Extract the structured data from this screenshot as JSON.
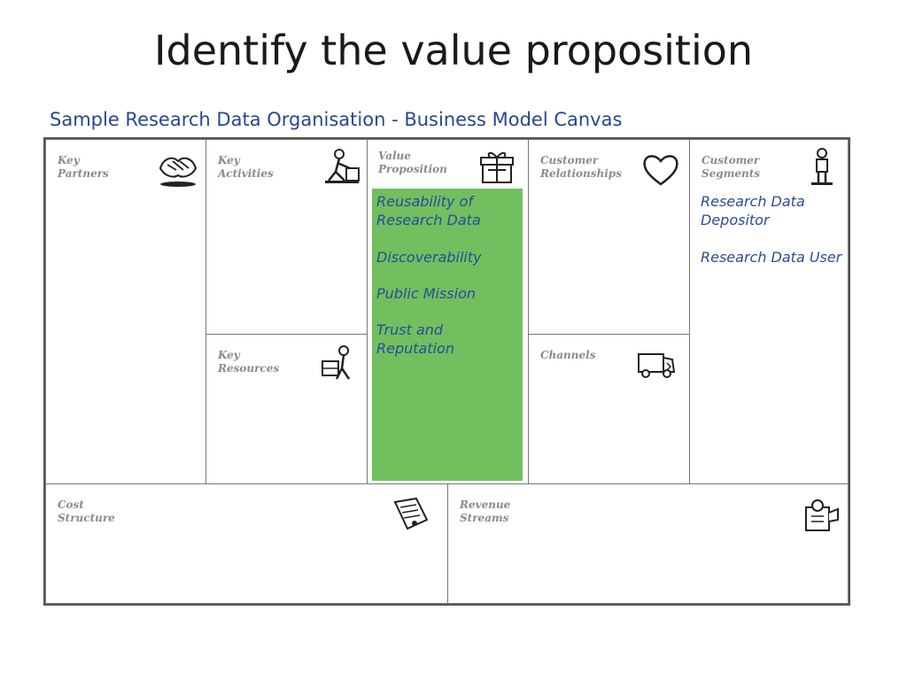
{
  "slide": {
    "title": "Identify the value proposition"
  },
  "canvas": {
    "title": "Sample Research Data Organisation - Business Model Canvas",
    "blocks": {
      "key_partners": {
        "label": "Key\nPartners",
        "icon": "handshake-icon"
      },
      "key_activities": {
        "label": "Key\nActivities",
        "icon": "person-working-icon"
      },
      "key_resources": {
        "label": "Key\nResources",
        "icon": "worker-with-box-icon"
      },
      "value_proposition": {
        "label": "Value\nProposition",
        "icon": "gift-box-icon",
        "highlight_color": "#71bf5f",
        "entries": [
          "Reusability of\nResearch Data",
          "Discoverability",
          "Public Mission",
          "Trust and\nReputation"
        ]
      },
      "customer_relationships": {
        "label": "Customer\nRelationships",
        "icon": "heart-icon"
      },
      "channels": {
        "label": "Channels",
        "icon": "delivery-truck-icon"
      },
      "customer_segments": {
        "label": "Customer\nSegments",
        "icon": "standing-person-icon",
        "entries": [
          "Research Data\nDepositor",
          "Research Data User"
        ]
      },
      "cost_structure": {
        "label": "Cost\nStructure",
        "icon": "price-tag-icon"
      },
      "revenue_streams": {
        "label": "Revenue\nStreams",
        "icon": "money-bag-icon"
      }
    },
    "colors": {
      "title_text": "#27478f",
      "entry_text": "#2b4a9a",
      "label_text": "#8a8a8a"
    }
  }
}
